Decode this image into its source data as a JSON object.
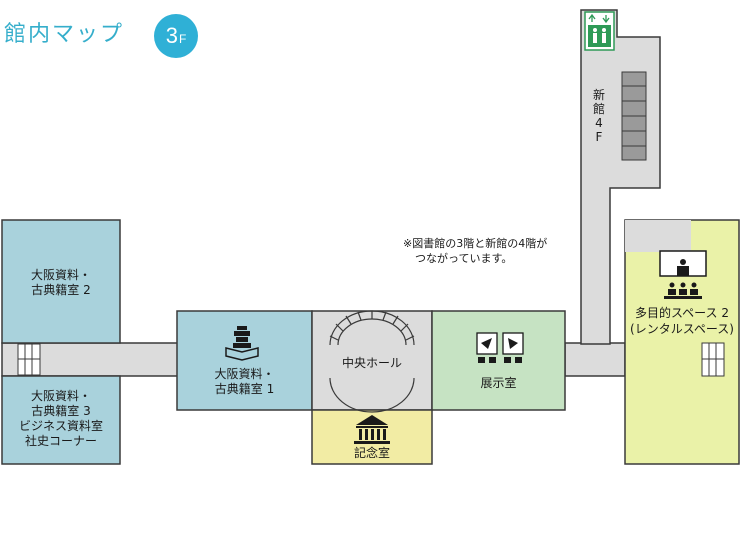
{
  "header": {
    "title": "館内マップ",
    "floor_number": "3",
    "floor_unit": "F"
  },
  "note": {
    "line1": "※図書館の3階と新館の4階が",
    "line2": "つながっています。"
  },
  "rooms": {
    "osaka_kotenseki_2": {
      "line1": "大阪資料・",
      "line2": "古典籍室 2"
    },
    "osaka_kotenseki_3": {
      "line1": "大阪資料・",
      "line2": "古典籍室 3",
      "line3": "ビジネス資料室",
      "line4": "社史コーナー"
    },
    "osaka_kotenseki_1": {
      "line1": "大阪資料・",
      "line2": "古典籍室 1"
    },
    "central_hall": {
      "label": "中央ホール"
    },
    "memorial_room": {
      "label": "記念室"
    },
    "exhibition_room": {
      "label": "展示室"
    },
    "multipurpose_space": {
      "line1": "多目的スペース 2",
      "line2": "(レンタルスペース)"
    },
    "new_building": {
      "c1": "新",
      "c2": "館",
      "c3": "4",
      "c4": "F"
    }
  },
  "colors": {
    "accent": "#35aecb",
    "blue_room": "#a9d2dc",
    "green_room": "#c6e3c3",
    "yellow_room": "#f2eca4",
    "lime_room": "#eaf2a8",
    "corridor": "#dcdcdc",
    "wall": "#3a3a3a",
    "elevator_green": "#2e9a57"
  },
  "icons": {
    "elevator": "elevator-icon",
    "books": "books-icon",
    "memorial": "memorial-building-icon",
    "exhibition": "exhibition-icon",
    "presentation": "presentation-icon"
  }
}
